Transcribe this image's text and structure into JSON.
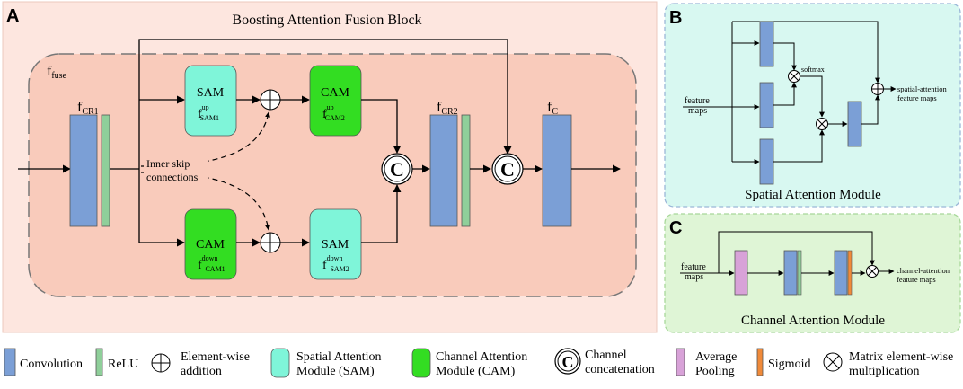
{
  "panels": {
    "a": {
      "letter": "A",
      "title": "Boosting Attention Fusion Block",
      "f_fuse": {
        "base": "f",
        "sub": "fuse"
      },
      "f_cr1": {
        "base": "f",
        "sub": "CR1"
      },
      "f_cr2": {
        "base": "f",
        "sub": "CR2"
      },
      "f_c": {
        "base": "f",
        "sub": "C"
      },
      "sam1": {
        "label": "SAM",
        "base": "f",
        "sup": "up",
        "sub": "SAM1"
      },
      "cam2": {
        "label": "CAM",
        "base": "f",
        "sup": "up",
        "sub": "CAM2"
      },
      "cam1": {
        "label": "CAM",
        "base": "f",
        "sup": "down",
        "sub": "CAM1"
      },
      "sam2": {
        "label": "SAM",
        "base": "f",
        "sup": "down",
        "sub": "SAM2"
      },
      "concat_symbol": "C",
      "skip_label_1": "Inner skip",
      "skip_label_2": "connections"
    },
    "b": {
      "letter": "B",
      "title": "Spatial Attention Module",
      "input_1": "feature",
      "input_2": "maps",
      "softmax": "softmax",
      "output_1": "spatial-attention",
      "output_2": "feature maps"
    },
    "c": {
      "letter": "C",
      "title": "Channel Attention Module",
      "input_1": "feature",
      "input_2": "maps",
      "output_1": "channel-attention",
      "output_2": "feature maps"
    }
  },
  "legend": [
    {
      "key": "convolution",
      "text_1": "Convolution",
      "text_2": ""
    },
    {
      "key": "relu",
      "text_1": "ReLU",
      "text_2": ""
    },
    {
      "key": "add",
      "text_1": "Element-wise",
      "text_2": "addition"
    },
    {
      "key": "sam",
      "text_1": "Spatial Attention",
      "text_2": "Module (SAM)"
    },
    {
      "key": "cam",
      "text_1": "Channel Attention",
      "text_2": "Module (CAM)"
    },
    {
      "key": "concat",
      "symbol": "C",
      "text_1": "Channel",
      "text_2": "concatenation"
    },
    {
      "key": "pool",
      "text_1": "Average",
      "text_2": "Pooling"
    },
    {
      "key": "sigmoid",
      "text_1": "Sigmoid",
      "text_2": ""
    },
    {
      "key": "mult",
      "text_1": "Matrix element-wise",
      "text_2": "multiplication"
    }
  ],
  "colors": {
    "conv": "#7b9fd6",
    "relu": "#8fcf9a",
    "sam": "#7ff5d9",
    "cam": "#33dd22",
    "pool": "#d8a2d8",
    "sigmoid": "#f08a3a",
    "panel_a_bg": "#fde6df",
    "panel_a_inner": "#f9cbbb",
    "panel_b_bg": "#d8f8f1",
    "panel_c_bg": "#dff5d6"
  }
}
